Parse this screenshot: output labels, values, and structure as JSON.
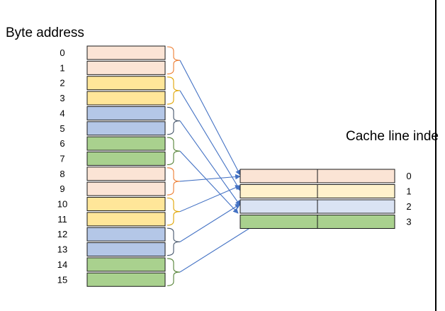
{
  "byte_section": {
    "title": "Byte address",
    "addresses": [
      "0",
      "1",
      "2",
      "3",
      "4",
      "5",
      "6",
      "7",
      "8",
      "9",
      "10",
      "11",
      "12",
      "13",
      "14",
      "15"
    ]
  },
  "cache_section": {
    "title": "Cache line inde",
    "indices": [
      "0",
      "1",
      "2",
      "3"
    ]
  },
  "colors": {
    "line0": "#fbe4d5",
    "line1": "#ffe699",
    "line2": "#b4c7e7",
    "line3": "#a9d18e",
    "cache0": "#fbe4d5",
    "cache1": "#fff2cc",
    "cache2": "#dae3f3",
    "cache3": "#a9d18e",
    "arrow": "#4472c4",
    "brace0": "#ed7d31",
    "brace1": "#e0a400",
    "brace2": "#44546a",
    "brace3": "#548235"
  }
}
